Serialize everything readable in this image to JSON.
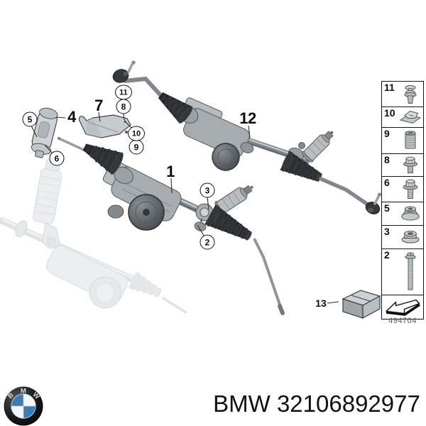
{
  "footer": {
    "part_number": "BMW 32106892977"
  },
  "logo": {
    "letters": [
      "B",
      "M",
      "W"
    ],
    "blue": "#3c7cb4"
  },
  "diagram": {
    "callouts": [
      {
        "label": "1",
        "circled": false
      },
      {
        "label": "2",
        "circled": true
      },
      {
        "label": "3",
        "circled": true
      },
      {
        "label": "4",
        "circled": false
      },
      {
        "label": "5",
        "circled": true
      },
      {
        "label": "6",
        "circled": true
      },
      {
        "label": "7",
        "circled": false
      },
      {
        "label": "8",
        "circled": true
      },
      {
        "label": "9",
        "circled": true
      },
      {
        "label": "10",
        "circled": true
      },
      {
        "label": "11",
        "circled": true
      },
      {
        "label": "12",
        "circled": false
      },
      {
        "label": "13",
        "circled": false
      }
    ],
    "legend": {
      "code": "494704",
      "items": [
        {
          "label": "11",
          "icon": "expanding-rivet-icon"
        },
        {
          "label": "10",
          "icon": "speed-nut-clip-icon"
        },
        {
          "label": "9",
          "icon": "threaded-insert-icon"
        },
        {
          "label": "8",
          "icon": "flange-screw-short-icon"
        },
        {
          "label": "6",
          "icon": "flange-screw-icon"
        },
        {
          "label": "5",
          "icon": "flange-nut-icon"
        },
        {
          "label": "3",
          "icon": "hex-flange-nut-icon"
        },
        {
          "label": "2",
          "icon": "long-torx-bolt-icon"
        }
      ],
      "footer_icon": "direction-arrow-icon"
    }
  }
}
